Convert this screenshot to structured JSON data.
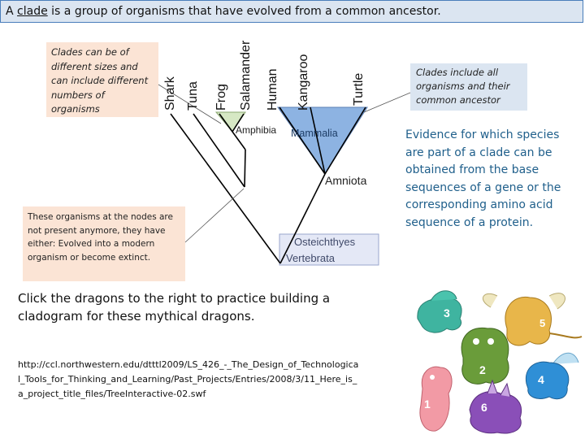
{
  "banner": {
    "prefix": "A ",
    "term": "clade",
    "suffix": " is a group of organisms that have evolved from a common ancestor."
  },
  "notes": {
    "clade_sizes": "Clades can be of different sizes and can include different numbers of organisms",
    "clade_members": "Clades include all organisms and their common ancestor",
    "node_organisms": "These organisms at the nodes are not present anymore, they have either: Evolved into a modern organism or become extinct.",
    "evidence": "Evidence for which species are part of a clade can be obtained from the base sequences of a gene or the corresponding amino acid sequence of a protein."
  },
  "cladogram": {
    "taxa": [
      "Shark",
      "Tuna",
      "Frog",
      "Salamander",
      "Human",
      "Kangaroo",
      "Turtle"
    ],
    "clades": [
      "Amphibia",
      "Mammalia",
      "Amniota",
      "Osteichthyes",
      "Vertebrata"
    ],
    "colors": {
      "amphibia_fill": "#d6e8c4",
      "mammalia_fill": "#8db3e2",
      "osteichthyes_fill": "#e4e8f6",
      "branch": "#000000"
    }
  },
  "instruction": "Click the dragons to the right to practice building a cladogram for these mythical dragons.",
  "link": "http://ccl.northwestern.edu/dtttl2009/LS_426_-_The_Design_of_Technological_Tools_for_Thinking_and_Learning/Past_Projects/Entries/2008/3/11_Here_is_a_project_title_files/TreeInteractive-02.swf",
  "dragons": [
    "1",
    "2",
    "3",
    "4",
    "5",
    "6"
  ]
}
